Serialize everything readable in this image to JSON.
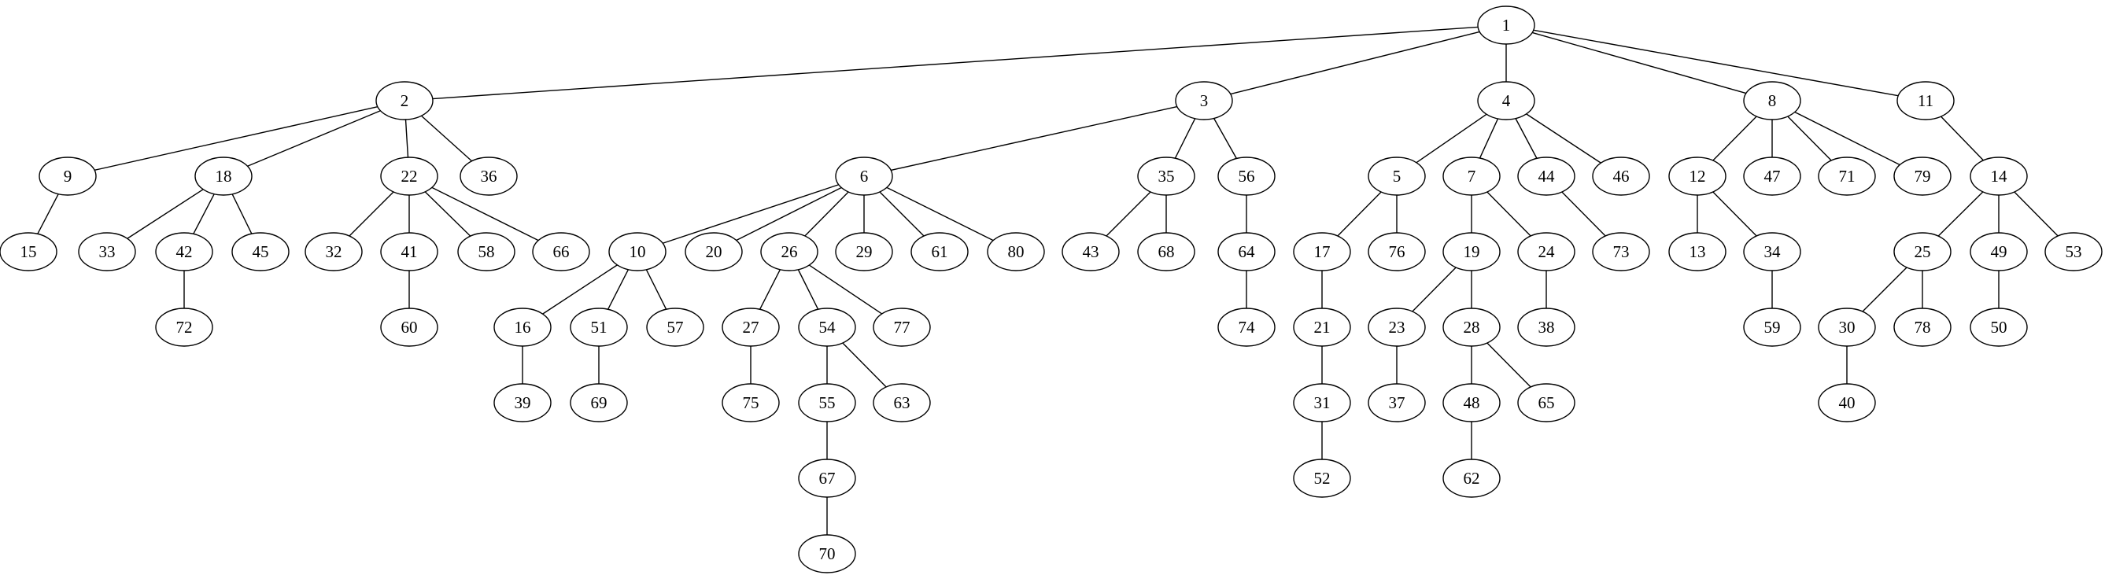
{
  "diagram": {
    "type": "tree",
    "root": "1",
    "nodes": [
      "1",
      "2",
      "3",
      "4",
      "5",
      "6",
      "7",
      "8",
      "9",
      "10",
      "11",
      "12",
      "13",
      "14",
      "15",
      "16",
      "17",
      "18",
      "19",
      "20",
      "21",
      "22",
      "23",
      "24",
      "25",
      "26",
      "27",
      "28",
      "29",
      "30",
      "31",
      "32",
      "33",
      "34",
      "35",
      "36",
      "37",
      "38",
      "39",
      "40",
      "41",
      "42",
      "43",
      "44",
      "45",
      "46",
      "47",
      "48",
      "49",
      "50",
      "51",
      "52",
      "53",
      "54",
      "55",
      "56",
      "57",
      "58",
      "59",
      "60",
      "61",
      "62",
      "63",
      "64",
      "65",
      "66",
      "67",
      "68",
      "69",
      "70",
      "71",
      "72",
      "73",
      "74",
      "75",
      "76",
      "77",
      "78",
      "79",
      "80"
    ],
    "edges": [
      [
        "1",
        "2"
      ],
      [
        "1",
        "3"
      ],
      [
        "1",
        "4"
      ],
      [
        "1",
        "8"
      ],
      [
        "1",
        "11"
      ],
      [
        "2",
        "9"
      ],
      [
        "2",
        "18"
      ],
      [
        "2",
        "22"
      ],
      [
        "2",
        "36"
      ],
      [
        "9",
        "15"
      ],
      [
        "18",
        "33"
      ],
      [
        "18",
        "42"
      ],
      [
        "18",
        "45"
      ],
      [
        "42",
        "72"
      ],
      [
        "22",
        "32"
      ],
      [
        "22",
        "41"
      ],
      [
        "22",
        "58"
      ],
      [
        "22",
        "66"
      ],
      [
        "41",
        "60"
      ],
      [
        "3",
        "6"
      ],
      [
        "3",
        "35"
      ],
      [
        "3",
        "56"
      ],
      [
        "6",
        "10"
      ],
      [
        "6",
        "20"
      ],
      [
        "6",
        "26"
      ],
      [
        "6",
        "29"
      ],
      [
        "6",
        "61"
      ],
      [
        "6",
        "80"
      ],
      [
        "10",
        "16"
      ],
      [
        "10",
        "51"
      ],
      [
        "10",
        "57"
      ],
      [
        "16",
        "39"
      ],
      [
        "51",
        "69"
      ],
      [
        "26",
        "27"
      ],
      [
        "26",
        "54"
      ],
      [
        "26",
        "77"
      ],
      [
        "27",
        "75"
      ],
      [
        "54",
        "55"
      ],
      [
        "54",
        "63"
      ],
      [
        "55",
        "67"
      ],
      [
        "67",
        "70"
      ],
      [
        "35",
        "43"
      ],
      [
        "35",
        "68"
      ],
      [
        "56",
        "64"
      ],
      [
        "64",
        "74"
      ],
      [
        "4",
        "5"
      ],
      [
        "4",
        "7"
      ],
      [
        "4",
        "44"
      ],
      [
        "4",
        "46"
      ],
      [
        "5",
        "17"
      ],
      [
        "5",
        "76"
      ],
      [
        "17",
        "21"
      ],
      [
        "21",
        "31"
      ],
      [
        "31",
        "52"
      ],
      [
        "7",
        "19"
      ],
      [
        "7",
        "24"
      ],
      [
        "19",
        "23"
      ],
      [
        "19",
        "28"
      ],
      [
        "23",
        "37"
      ],
      [
        "28",
        "48"
      ],
      [
        "28",
        "65"
      ],
      [
        "48",
        "62"
      ],
      [
        "24",
        "38"
      ],
      [
        "44",
        "73"
      ],
      [
        "8",
        "12"
      ],
      [
        "8",
        "47"
      ],
      [
        "8",
        "71"
      ],
      [
        "8",
        "79"
      ],
      [
        "12",
        "13"
      ],
      [
        "12",
        "34"
      ],
      [
        "34",
        "59"
      ],
      [
        "11",
        "14"
      ],
      [
        "14",
        "25"
      ],
      [
        "14",
        "49"
      ],
      [
        "14",
        "53"
      ],
      [
        "25",
        "30"
      ],
      [
        "25",
        "78"
      ],
      [
        "30",
        "40"
      ],
      [
        "49",
        "50"
      ]
    ]
  }
}
